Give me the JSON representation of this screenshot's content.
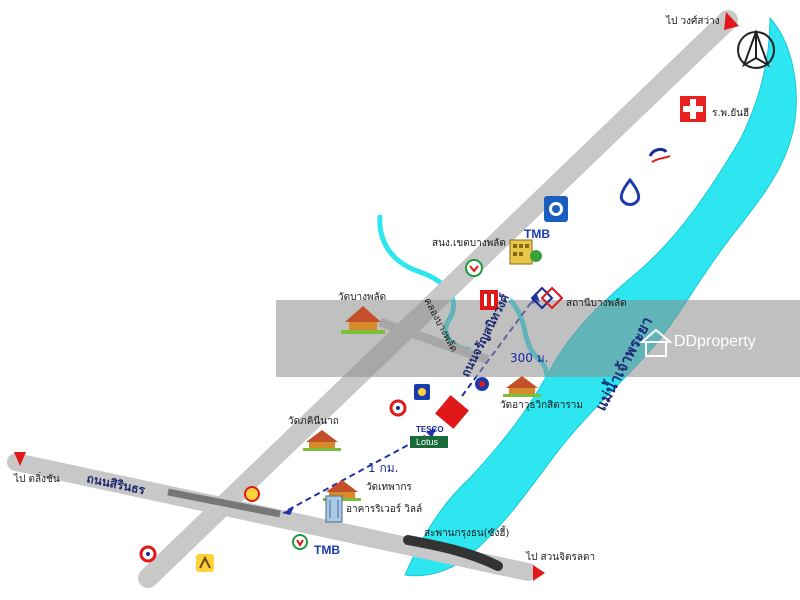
{
  "labels": {
    "to_wongsawang": "ไป วงศ์สว่าง",
    "to_taling_chan": "ไป ตลิ่งชัน",
    "to_suan_chitlada": "ไป สวนจิตรลดา",
    "bang_phlat_station": "สถานีบางพลัด",
    "bang_phlat_district_office": "สนง.เขตบางพลัด",
    "wat_bang_phlat": "วัดบางพลัด",
    "wat_phakkhinisawat": "วัดภคินีนาถ",
    "wat_awut": "วัดอาวุธวิกสิตาราม",
    "wat_thephakon": "วัดเทพากร",
    "river_city_bldg": "อาคารริเวอร์ วิลล์",
    "hospital": "ร.พ.ยันฮี",
    "bridge": "สะพานกรุงธน(ซังฮี้)",
    "khlong_bang_phlat": "คลองบางพลัด",
    "charan_road": "ถนนจรัญสนิทวงศ์",
    "sirindhorn_road": "ถนนสิรินธร",
    "river": "แม่น้ำเจ้าพระยา",
    "dist_300": "300 ม.",
    "dist_1km": "1 กม.",
    "tmb_top": "TMB",
    "tmb_bottom": "TMB",
    "tesco_line1": "TESCO",
    "tesco_line2": "Lotus",
    "watermark": "DDproperty"
  },
  "colors": {
    "road": "#c8c8c8",
    "river": "#2ee6f0",
    "arrow": "#e01818",
    "dashed": "#2233aa",
    "banner": "#8c8c8c"
  },
  "icons": {
    "compass": "north-arrow-icon",
    "hospital": "red-cross-icon",
    "bank": "bank-logo-icon",
    "temple": "temple-icon",
    "location": "location-marker-icon"
  }
}
